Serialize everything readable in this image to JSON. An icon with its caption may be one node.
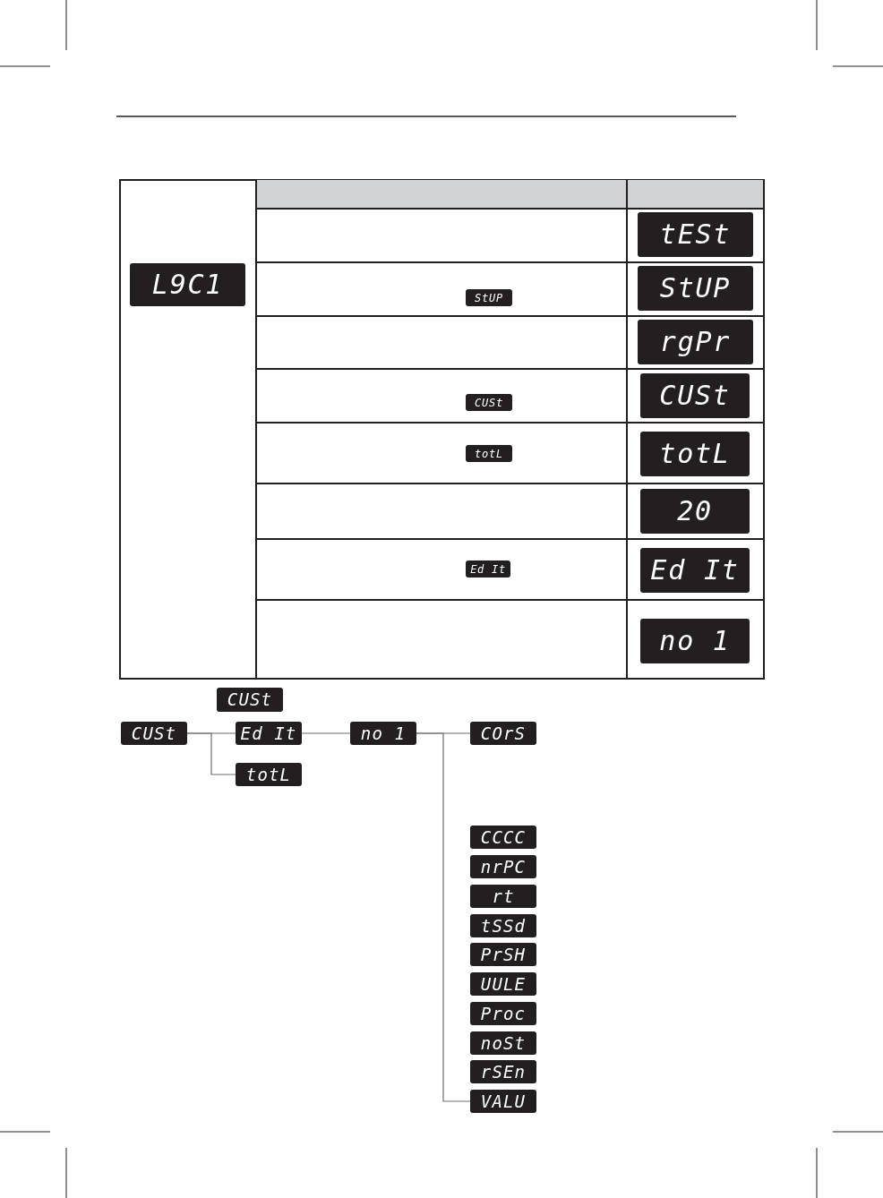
{
  "diagram": {
    "nodes": [
      {
        "text": [
          "CUSt"
        ]
      },
      {
        "text": [
          "CUSt"
        ]
      },
      {
        "text": [
          "Ed It"
        ]
      },
      {
        "text": [
          "totL"
        ]
      },
      {
        "text": [
          "no 1"
        ]
      },
      {
        "text": [
          "COrS"
        ]
      },
      {
        "text": [
          "CCCC"
        ]
      },
      {
        "text": [
          "nrPC"
        ]
      },
      {
        "text": [
          "rt"
        ]
      },
      {
        "text": [
          "tSSd"
        ]
      },
      {
        "text": [
          "PrSH"
        ]
      },
      {
        "text": [
          "UULE"
        ]
      },
      {
        "text": [
          "Proc"
        ]
      },
      {
        "text": [
          "noSt"
        ]
      },
      {
        "text": [
          "rSEn"
        ]
      },
      {
        "text": [
          "VALU"
        ]
      }
    ],
    "edges": [
      {
        "from": 1,
        "to": 2,
        "arrow": "none"
      },
      {
        "from": 1,
        "to": 3,
        "arrow": "none"
      },
      {
        "from": 2,
        "to": 4,
        "arrow": "none"
      },
      {
        "from": 4,
        "to": 5,
        "arrow": "none"
      },
      {
        "from": 4,
        "to": 15,
        "arrow": "none"
      }
    ],
    "labels": [
      "L9C1",
      "tESt",
      "StUP",
      "StUP",
      "rgPr",
      "CUSt",
      "CUSt",
      "totL",
      "totL",
      "20",
      "Ed It",
      "Ed It",
      "no 1"
    ]
  }
}
